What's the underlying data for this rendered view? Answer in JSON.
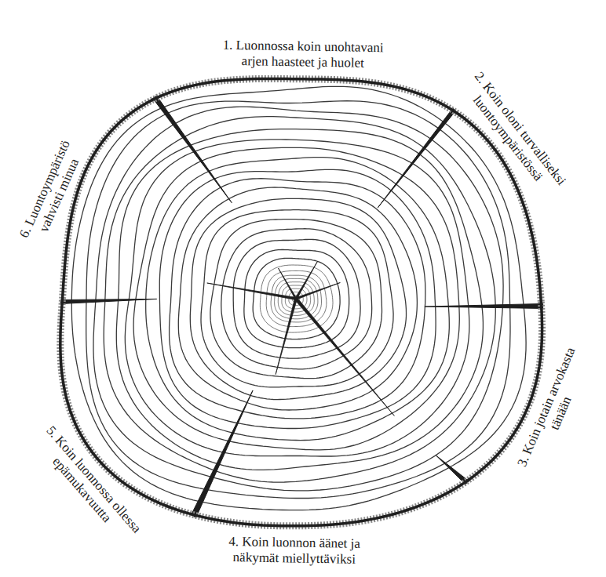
{
  "diagram": {
    "labels": [
      "1. Luonnossa koin unohtavani arjen haasteet ja huolet",
      "2. Koin oloni turvalliseksi luontoympäristössä",
      "3. Koin jotain arvokasta tänään",
      "4. Koin luonnon äänet ja näkymät miellyttäviksi",
      "5. Koin luonnossa ollessa epämukavuutta",
      "6. Luontoympäristö vahvisti minua"
    ]
  }
}
